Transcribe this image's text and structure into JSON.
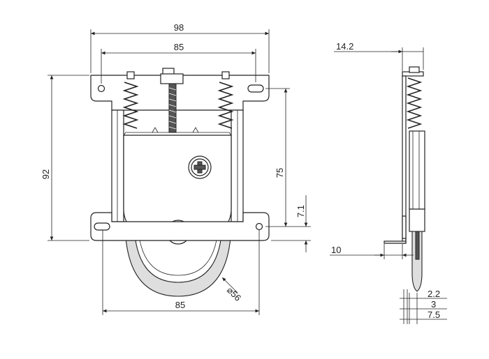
{
  "front_view": {
    "dims": {
      "plate_width": "98",
      "hole_spacing_top": "85",
      "overall_height": "92",
      "hole_to_bottom_height": "75",
      "bottom_offset": "7.1",
      "hole_spacing_bottom": "85",
      "wheel_diameter": "⌀56"
    }
  },
  "side_view": {
    "dims": {
      "plate_thickness_top": "14.2",
      "bracket_length": "10",
      "dim_a": "2.2",
      "dim_b": "3",
      "dim_c": "7.5"
    }
  }
}
